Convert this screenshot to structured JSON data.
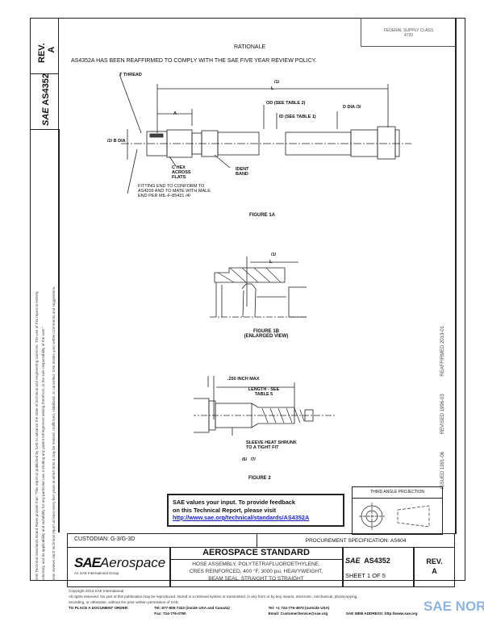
{
  "sidebar": {
    "rev_label": "REV.",
    "rev_value": "A",
    "doc_logo": "SAE",
    "doc_number": "AS4352",
    "disclaimer_lines": [
      "SAE Technical Standards Board Rules provide that: \"This report is published by SAE to advance the state of technical and engineering sciences. The use of this report is entirely",
      "voluntary, and its applicability and suitability for any particular use, including any patent infringement arising therefrom, is the sole responsibility of the user.\"",
      "SAE reviews each technical report at least every five years at which time it may be revised, reaffirmed, stabilized, or cancelled. SAE invites your written comments and suggestions."
    ]
  },
  "header": {
    "fsc_line1": "FEDERAL SUPPLY CLASS",
    "fsc_line2": "4720",
    "rationale_title": "RATIONALE",
    "rationale_text": "AS4352A HAS BEEN REAFFIRMED TO COMPLY WITH THE SAE FIVE YEAR REVIEW POLICY."
  },
  "right_strip": {
    "issued": "ISSUED 1991-06",
    "revised": "REVISED 1996-03",
    "reaffirmed": "REAFFIRMED 2013-01"
  },
  "figure_1a": {
    "caption": "FIGURE 1A",
    "labels": {
      "thread": "T THREAD",
      "length": "L",
      "note1": "/1/",
      "a": "A",
      "od": "OD (SEE TABLE 2)",
      "id": "ID (SEE TABLE 1)",
      "d_dia": "D DIA /3/",
      "b_dia": "/2/ B DIA",
      "hex": "C HEX ACROSS FLATS",
      "ident": "IDENT BAND",
      "fitting": "FITTING END TO CONFORM TO AS4209 AND TO MATE WITH MALE END PER MIL-F-85421 /4/"
    }
  },
  "figure_1b": {
    "caption": "FIGURE 1B",
    "subcaption": "(ENLARGED VIEW)",
    "labels": {
      "note1": "/1/",
      "length": "L"
    }
  },
  "figure_2": {
    "caption": "FIGURE 2",
    "labels": {
      "max": ".250 INCH MAX",
      "length": "LENGTH - SEE TABLE 5",
      "sleeve": "SLEEVE HEAT SHRUNK TO A TIGHT FIT",
      "notes": "/6/   /7/"
    }
  },
  "feedback": {
    "line1": "SAE values your input. To provide feedback",
    "line2": "on this Technical Report, please visit",
    "link": "http://www.sae.org/technical/standards/AS4352A"
  },
  "projection": {
    "label": "THIRD ANGLE PROJECTION"
  },
  "title_block": {
    "custodian": "CUSTODIAN: G-3/G-3D",
    "procurement": "PROCUREMENT SPECIFICATION: AS604",
    "logo_sae": "SAE",
    "logo_aerospace": "Aerospace",
    "logo_tagline": "An SAE International Group",
    "heading": "AEROSPACE STANDARD",
    "title_lines": [
      "HOSE ASSEMBLY, POLYTETRAFLUOROETHYLENE,",
      "CRES REINFORCED, 400 °F, 3000 psi, HEAVYWEIGHT,",
      "BEAM SEAL, STRAIGHT TO STRAIGHT"
    ],
    "doc_logo": "SAE",
    "doc_number": "AS4352",
    "sheet": "SHEET 1 OF 5",
    "rev_label": "REV.",
    "rev_value": "A"
  },
  "footer": {
    "copyright": "Copyright 2013 SAE International",
    "rights_1": "All rights reserved. No part of this publication may be reproduced, stored in a retrieval system or transmitted, in any form or by any means, electronic, mechanical, photocopying,",
    "rights_2": "recording, or otherwise, without the prior written permission of SAE.",
    "order_label": "TO PLACE A DOCUMENT ORDER:",
    "tel": "Tel: 877-606-7323 (inside USA and Canada)",
    "tel_outside": "Tel: +1 724-776-4970 (outside USA)",
    "fax": "Fax: 724-776-0790",
    "email": "Email: CustomerService@sae.org",
    "web": "SAE WEB ADDRESS: http://www.sae.org",
    "watermark": "SAE NORM"
  }
}
